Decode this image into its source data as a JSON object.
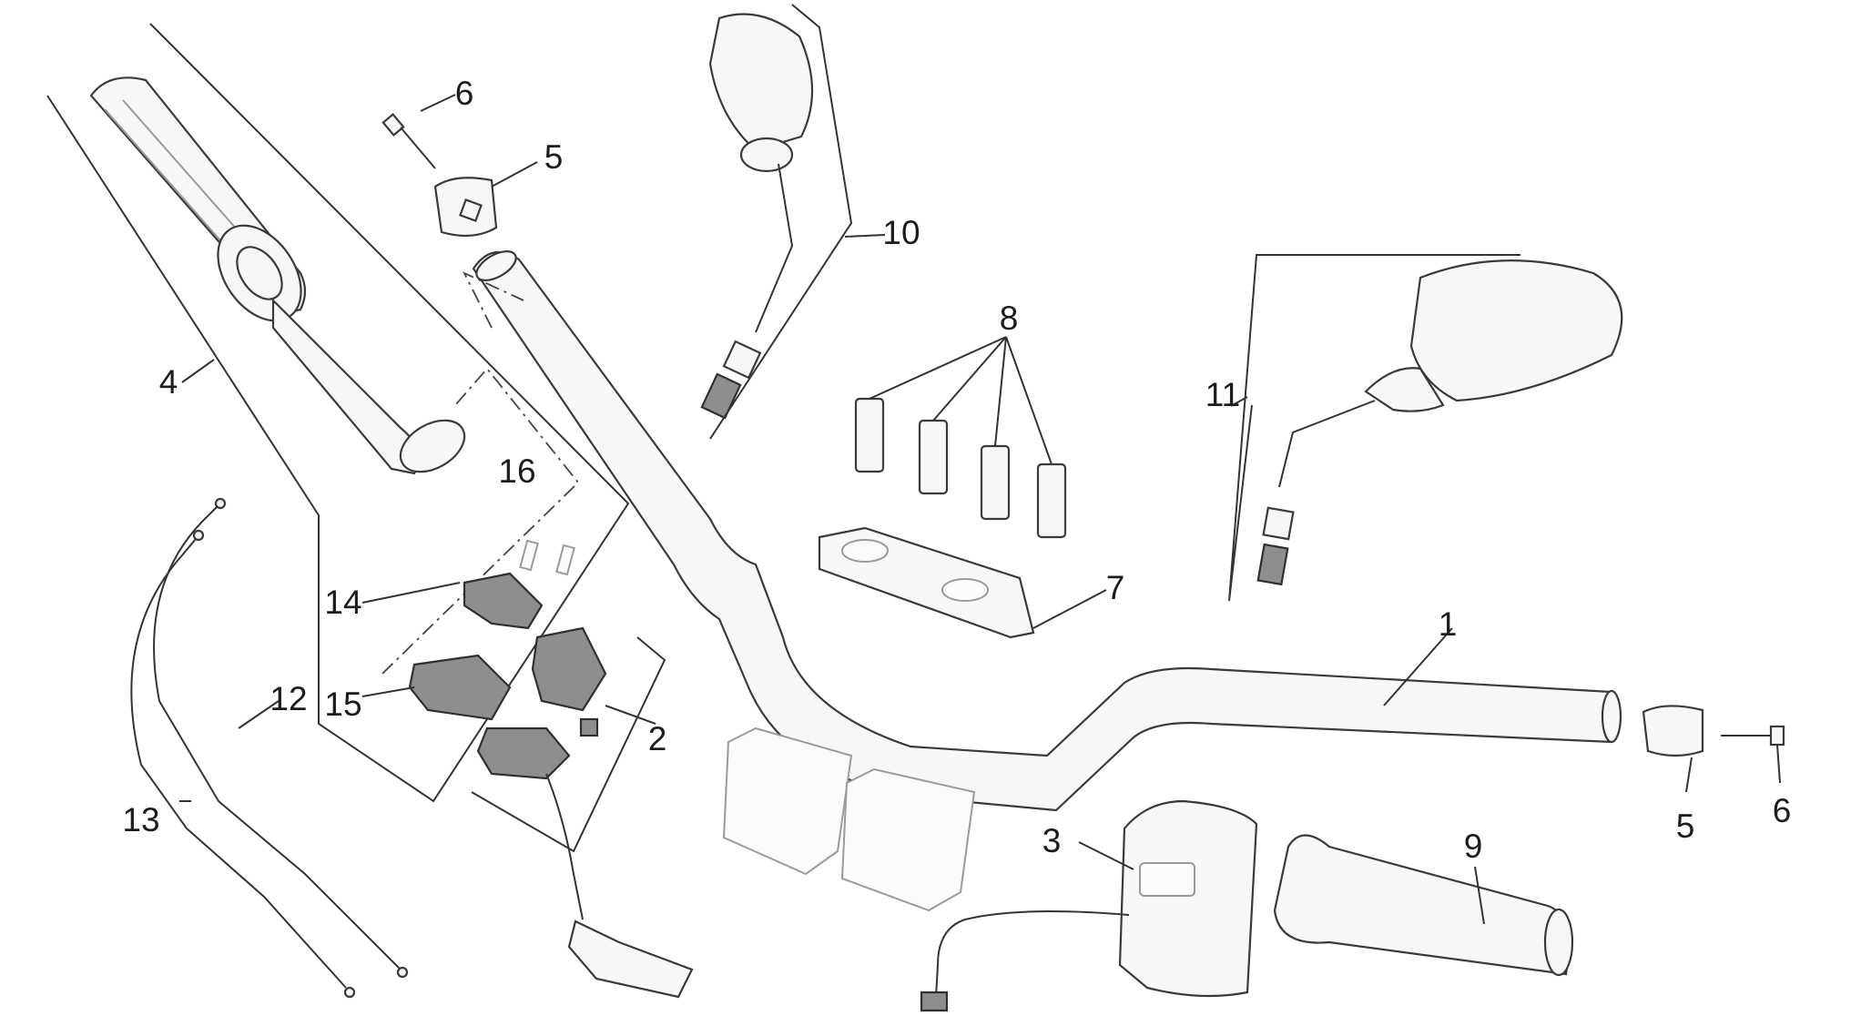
{
  "diagram": {
    "callouts": [
      {
        "id": "c1",
        "text": "1"
      },
      {
        "id": "c2",
        "text": "2"
      },
      {
        "id": "c3",
        "text": "3"
      },
      {
        "id": "c4",
        "text": "4"
      },
      {
        "id": "c5a",
        "text": "5"
      },
      {
        "id": "c5b",
        "text": "5"
      },
      {
        "id": "c6a",
        "text": "6"
      },
      {
        "id": "c6b",
        "text": "6"
      },
      {
        "id": "c7",
        "text": "7"
      },
      {
        "id": "c8",
        "text": "8"
      },
      {
        "id": "c9",
        "text": "9"
      },
      {
        "id": "c10",
        "text": "10"
      },
      {
        "id": "c11",
        "text": "11"
      },
      {
        "id": "c12",
        "text": "12"
      },
      {
        "id": "c13",
        "text": "13"
      },
      {
        "id": "c14",
        "text": "14"
      },
      {
        "id": "c15",
        "text": "15"
      },
      {
        "id": "c16",
        "text": "16"
      }
    ]
  }
}
